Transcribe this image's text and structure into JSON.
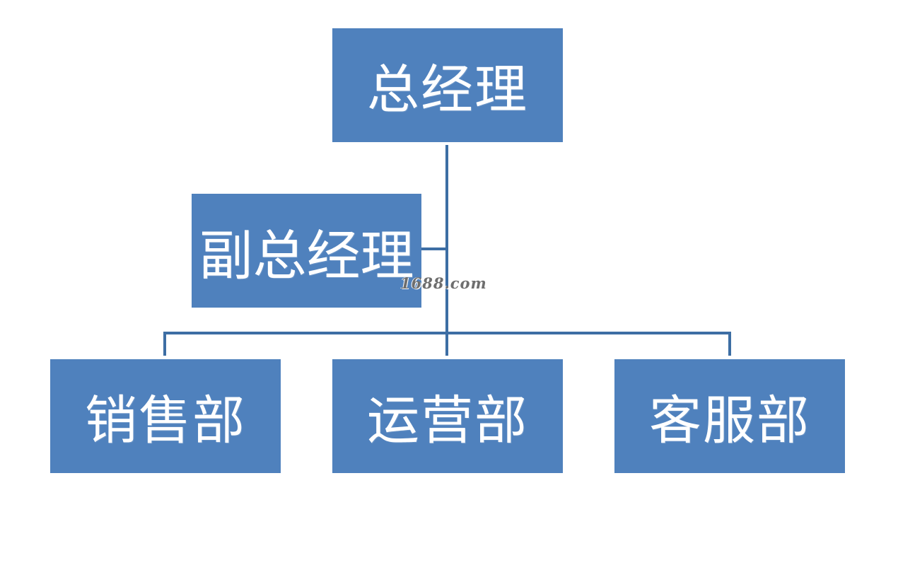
{
  "org_chart": {
    "top": {
      "label": "总经理"
    },
    "assistant": {
      "label": "副总经理"
    },
    "departments": [
      {
        "label": "销售部"
      },
      {
        "label": "运营部"
      },
      {
        "label": "客服部"
      }
    ]
  },
  "watermark": {
    "text": "1688.com"
  },
  "colors": {
    "box_fill": "#4f81bd",
    "box_text": "#ffffff",
    "connector": "#3d6ea4",
    "background": "#ffffff"
  }
}
